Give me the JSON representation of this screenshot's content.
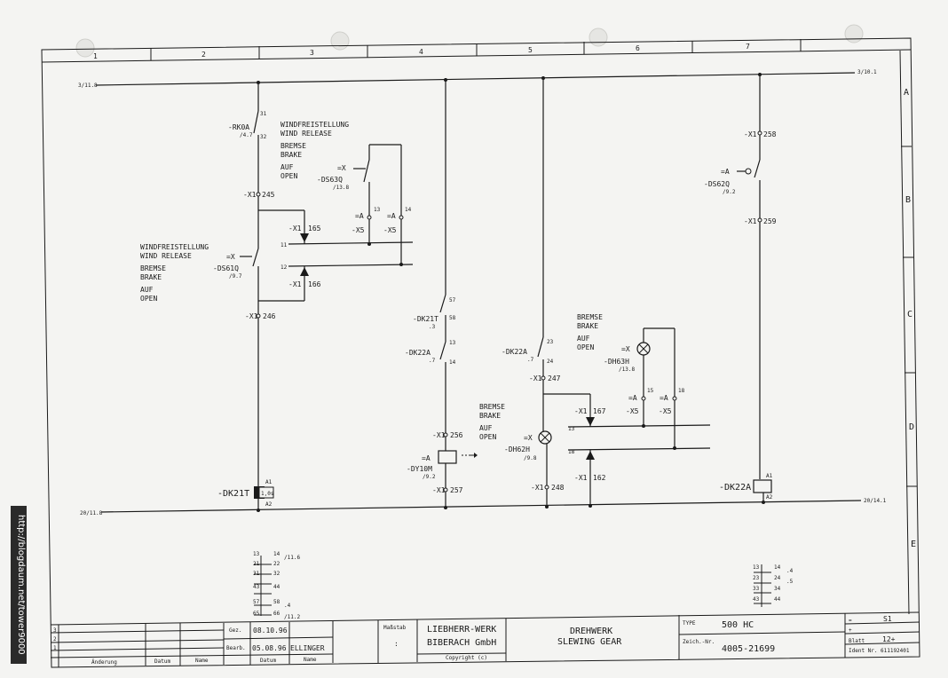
{
  "frame": {
    "columns": [
      "1",
      "2",
      "3",
      "4",
      "5",
      "6",
      "7"
    ],
    "rows": [
      "A",
      "B",
      "C",
      "D",
      "E"
    ]
  },
  "busbars": {
    "top_left": "3/11.8",
    "top_right": "3/10.1",
    "bottom_left": "20/11.8",
    "bottom_right": "20/14.1"
  },
  "left": {
    "rk0a": "-RK0A",
    "rk0a_ref": "/4.7",
    "rk0a_c1": "31",
    "rk0a_c2": "32",
    "windrel_de": "WINDFREISTELLUNG",
    "windrel_en": "WIND RELEASE",
    "brake_de": "BREMSE",
    "brake_en": "BRAKE",
    "open_de": "AUF",
    "open_en": "OPEN",
    "x245": "-X1",
    "x245n": "245",
    "ds63q_x": "=X",
    "ds63q": "-DS63Q",
    "ds63q_ref": "/13.8",
    "a13": "=A",
    "a13n": "13",
    "x5a": "-X5",
    "a14": "=A",
    "a14n": "14",
    "x5b": "-X5",
    "x165": "-X1",
    "x165n": "165",
    "l11": "11",
    "l12": "12",
    "x166": "-X1",
    "x166n": "166",
    "ds61_wr_de": "WINDFREISTELLUNG",
    "ds61_wr_en": "WIND RELEASE",
    "ds61_b_de": "BREMSE",
    "ds61_b_en": "BRAKE",
    "ds61_o_de": "AUF",
    "ds61_o_en": "OPEN",
    "ds61q_x": "=X",
    "ds61q": "-DS61Q",
    "ds61q_ref": "/9.7",
    "x246": "-X1",
    "x246n": "246",
    "dk21t": "-DK21T",
    "dk21t_a1": "A1",
    "dk21t_a2": "A2",
    "dk21t_t": "1,0s"
  },
  "middle": {
    "dk21t_c": "-DK21T",
    "dk21t_cref": ".3",
    "c57": "57",
    "c58": "58",
    "dk22a_c": "-DK22A",
    "dk22a_cref": ".7",
    "c13": "13",
    "c14": "14",
    "x256": "-X1",
    "x256n": "256",
    "dy10m_a": "=A",
    "dy10m": "-DY10M",
    "dy10m_ref": "/9.2",
    "x257": "-X1",
    "x257n": "257"
  },
  "middle2": {
    "dk22a": "-DK22A",
    "dk22a_ref": ".7",
    "c23": "23",
    "c24": "24",
    "x247": "-X1",
    "x247n": "247",
    "b_de": "BREMSE",
    "b_en": "BRAKE",
    "o_de": "AUF",
    "o_en": "OPEN",
    "dh62h_x": "=X",
    "dh62h": "-DH62H",
    "dh62h_ref": "/9.8",
    "x248": "-X1",
    "x248n": "248"
  },
  "right": {
    "b_de": "BREMSE",
    "b_en": "BRAKE",
    "o_de": "AUF",
    "o_en": "OPEN",
    "dh63h_x": "=X",
    "dh63h": "-DH63H",
    "dh63h_ref": "/13.8",
    "a15": "=A",
    "a15n": "15",
    "x5a": "-X5",
    "a18": "=A",
    "a18n": "18",
    "x5b": "-X5",
    "x167": "-X1",
    "x167n": "167",
    "l13": "13",
    "l18": "18",
    "x162": "-X1",
    "x162n": "162",
    "x258": "-X1",
    "x258n": "258",
    "ds62q_a": "=A",
    "ds62q": "-DS62Q",
    "ds62q_ref": "/9.2",
    "x259": "-X1",
    "x259n": "259",
    "dk22a": "-DK22A",
    "dk22a_a1": "A1",
    "dk22a_a2": "A2"
  },
  "contact_table_left": [
    {
      "a": "13",
      "b": "14",
      "ref": "/11.6"
    },
    {
      "a": "21",
      "b": "22",
      "ref": ""
    },
    {
      "a": "31",
      "b": "32",
      "ref": ""
    },
    {
      "a": "43",
      "b": "44",
      "ref": ""
    },
    {
      "a": "57",
      "b": "58",
      "ref": ".4"
    },
    {
      "a": "65",
      "b": "66",
      "ref": "/11.2"
    }
  ],
  "contact_table_right": [
    {
      "a": "13",
      "b": "14",
      "ref": ".4"
    },
    {
      "a": "23",
      "b": "24",
      "ref": ".5"
    },
    {
      "a": "33",
      "b": "34",
      "ref": ""
    },
    {
      "a": "43",
      "b": "44",
      "ref": ""
    }
  ],
  "title_block": {
    "rev_rows": [
      "3",
      "2",
      "1"
    ],
    "aenderung": "Änderung",
    "datum": "Datum",
    "name": "Name",
    "gez": "Gez.",
    "gez_date": "08.10.96",
    "bearb": "Bearb.",
    "bearb_date": "05.08.96",
    "bearb_name": "ELLINGER",
    "datum2": "Datum",
    "name2": "Name",
    "massstab": "Maßstab",
    "massstab_val": ":",
    "company1": "LIEBHERR-WERK",
    "company2": "BIBERACH GmbH",
    "copyright": "Copyright (c)",
    "title_de": "DREHWERK",
    "title_en": "SLEWING GEAR",
    "type_lbl": "TYPE",
    "type_val": "500 HC",
    "zeich_lbl": "Zeich.-Nr.",
    "zeich_val": "4005-21699",
    "eq": "=",
    "eq_val": "S1",
    "plus": "+",
    "blatt": "Blatt",
    "blatt_val": "12+",
    "ident": "Ident Nr.",
    "ident_val": "611192401"
  },
  "watermark": "http://blogdaum.net/tower9000"
}
